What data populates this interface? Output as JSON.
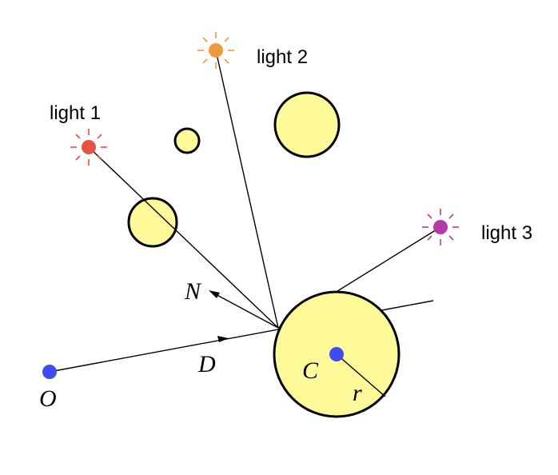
{
  "labels": {
    "light1": "light 1",
    "light2": "light 2",
    "light3": "light 3",
    "origin": "O",
    "direction": "D",
    "normal": "N",
    "center": "C",
    "radius": "r"
  },
  "colors": {
    "light1": "#e8524a",
    "light2": "#ef9a3f",
    "light3": "#b43aa6",
    "point": "#3f4cf0",
    "sphere_fill": "#fffa99",
    "stroke": "#000000"
  }
}
